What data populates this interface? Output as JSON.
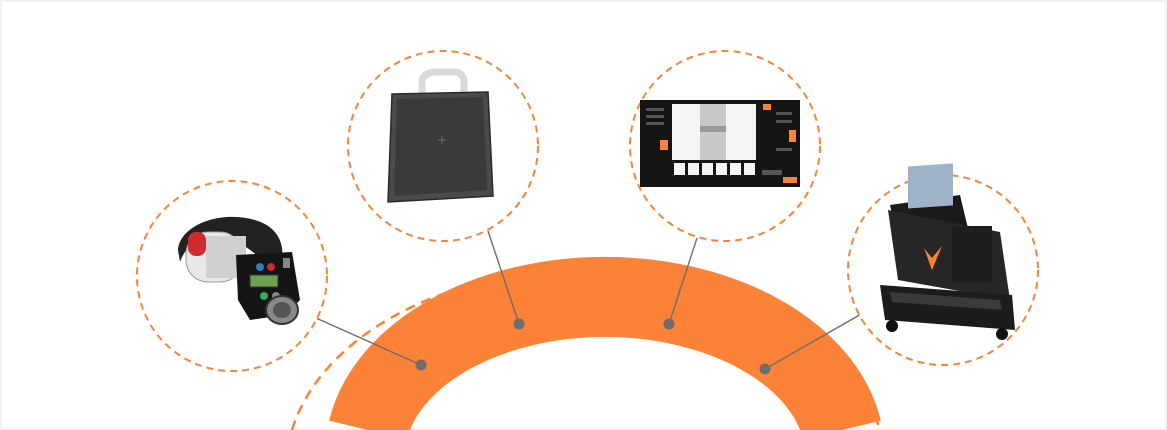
{
  "diagram": {
    "accent_color": "#fb8236",
    "connector_color": "#6d6d6d",
    "hub": {
      "name": "system-hub-arc"
    },
    "components": [
      {
        "name": "xray-generator",
        "icon": "portable-xray-generator-icon"
      },
      {
        "name": "flat-panel-detector",
        "icon": "flat-panel-detector-icon"
      },
      {
        "name": "imaging-software",
        "icon": "software-screen-icon"
      },
      {
        "name": "rugged-laptop-case",
        "icon": "rugged-laptop-case-icon"
      }
    ]
  }
}
